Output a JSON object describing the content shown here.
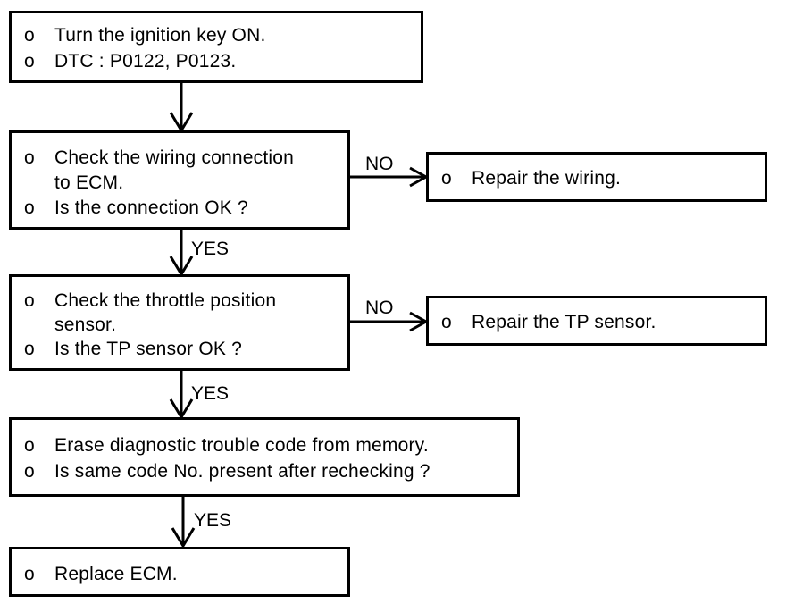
{
  "steps": {
    "start": {
      "bullets": [
        "o",
        "o"
      ],
      "lines": [
        "Turn the ignition key ON.",
        "DTC : P0122, P0123."
      ]
    },
    "check_wiring": {
      "bullets": [
        "o",
        "",
        "o"
      ],
      "lines": [
        "Check the wiring connection",
        "to ECM.",
        "Is the connection OK ?"
      ]
    },
    "repair_wiring": {
      "bullets": [
        "o"
      ],
      "lines": [
        "Repair the wiring."
      ]
    },
    "check_tp": {
      "bullets": [
        "o",
        "",
        "o"
      ],
      "lines": [
        "Check the throttle position",
        "sensor.",
        "Is the TP sensor OK ?"
      ]
    },
    "repair_tp": {
      "bullets": [
        "o"
      ],
      "lines": [
        "Repair the TP sensor."
      ]
    },
    "erase_dtc": {
      "bullets": [
        "o",
        "o"
      ],
      "lines": [
        "Erase diagnostic trouble code from memory.",
        "Is same code No. present after rechecking ?"
      ]
    },
    "replace_ecm": {
      "bullets": [
        "o"
      ],
      "lines": [
        "Replace ECM."
      ]
    }
  },
  "labels": {
    "no_wiring": "NO",
    "yes_wiring": "YES",
    "no_tp": "NO",
    "yes_tp": "YES",
    "yes_erase": "YES"
  }
}
